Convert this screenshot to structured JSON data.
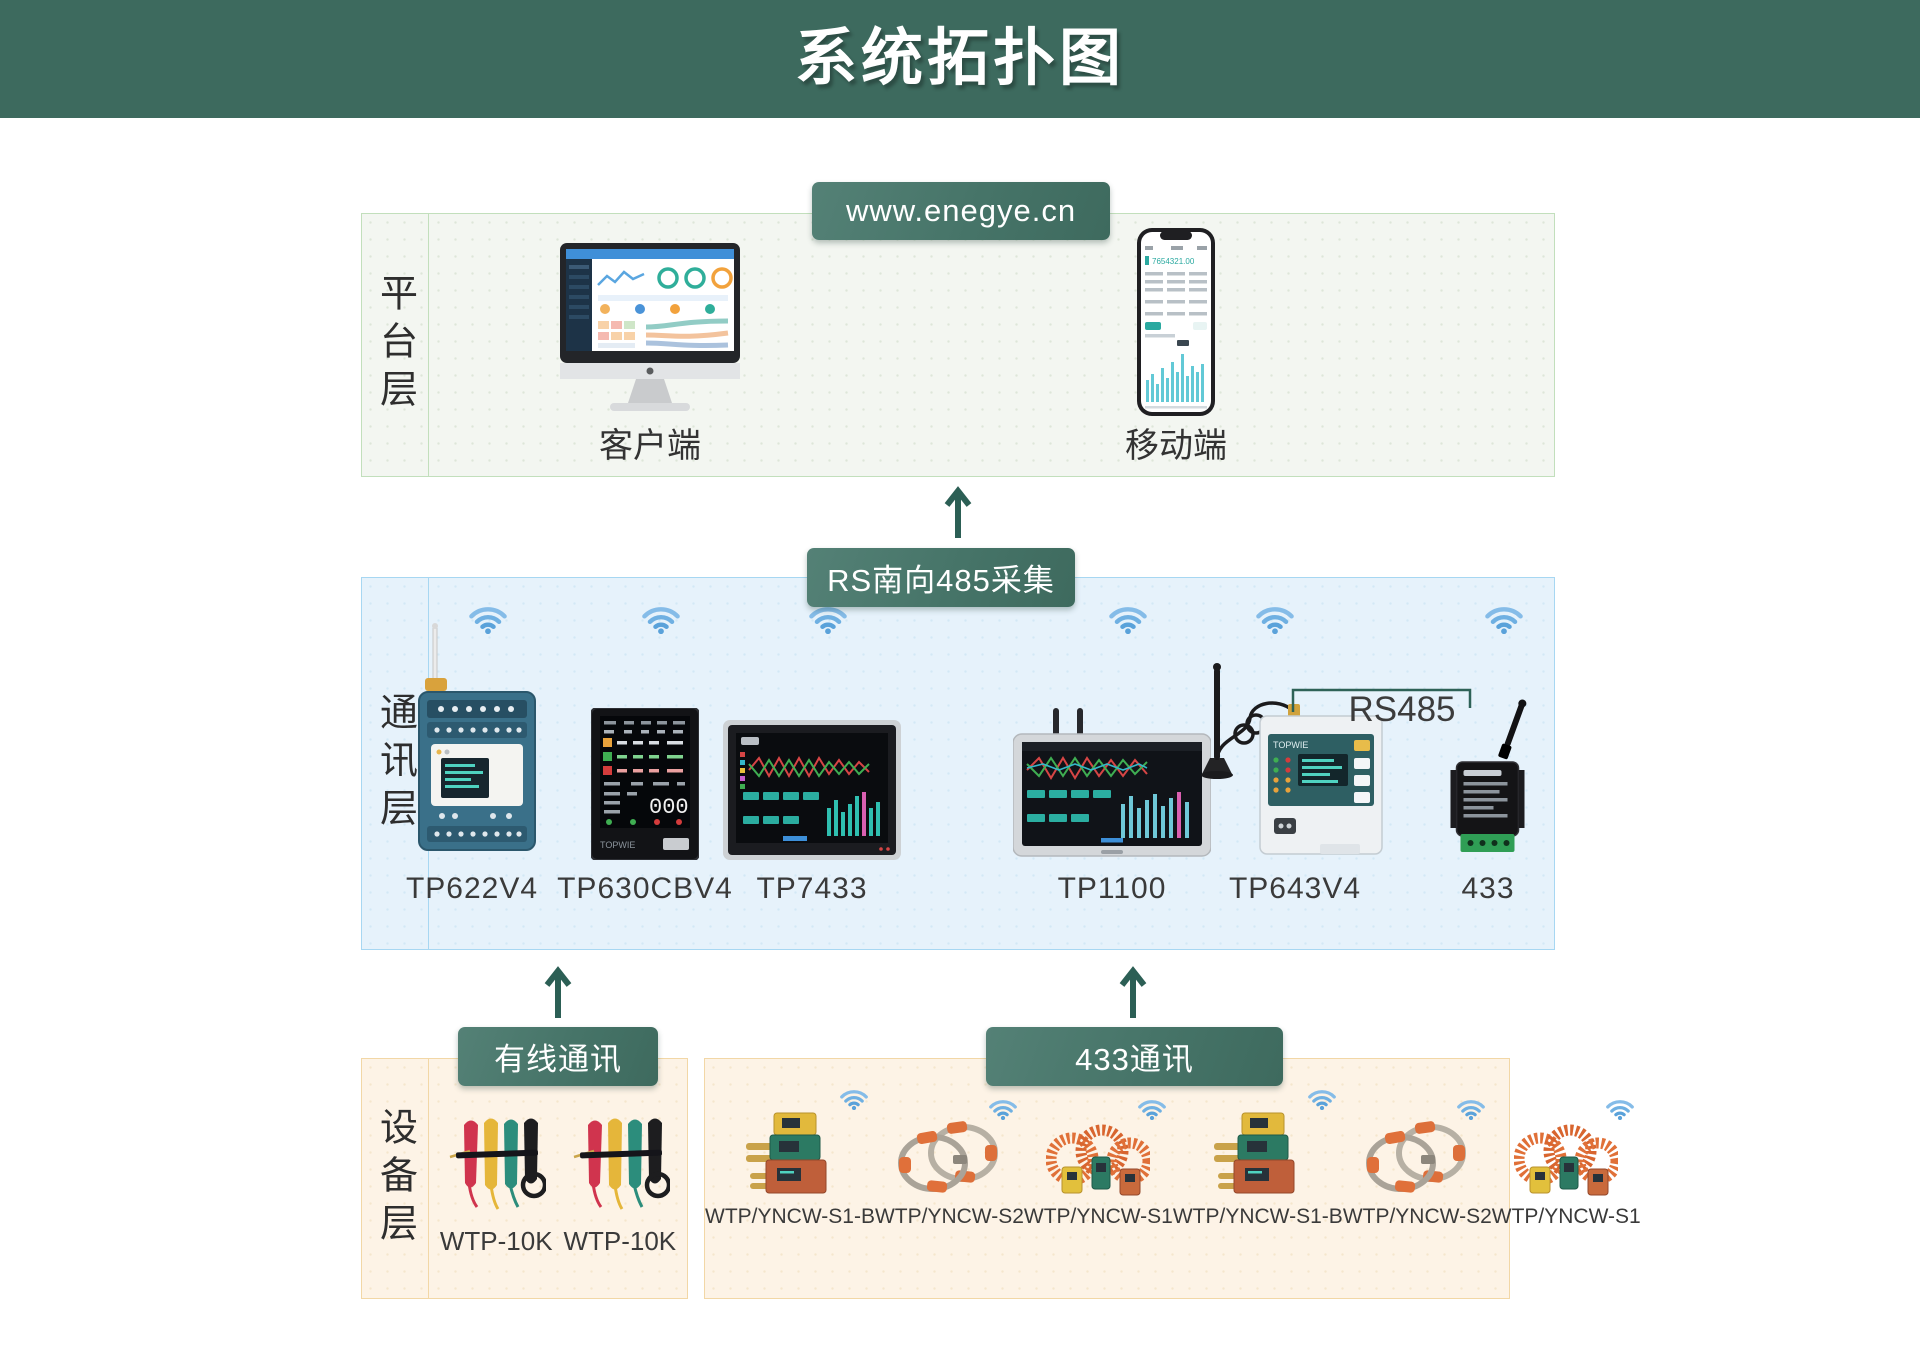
{
  "header": {
    "title": "系统拓扑图"
  },
  "platform": {
    "layer_label": "平台层",
    "url_label": "www.enegye.cn",
    "client_label": "客户端",
    "mobile_label": "移动端"
  },
  "communication": {
    "layer_label": "通讯层",
    "collect_label": "RS南向485采集",
    "rs485_label": "RS485",
    "devices": [
      {
        "name": "TP622V4"
      },
      {
        "name": "TP630CBV4"
      },
      {
        "name": "TP7433"
      },
      {
        "name": "TP1100"
      },
      {
        "name": "TP643V4"
      },
      {
        "name": "433"
      }
    ]
  },
  "device_layer": {
    "layer_label": "设备层",
    "wired_label": "有线通讯",
    "wireless_label": "433通讯",
    "wired_devices": [
      {
        "name": "WTP-10K"
      },
      {
        "name": "WTP-10K"
      }
    ],
    "wireless_devices": [
      {
        "name": "WTP/YNCW-S1-B"
      },
      {
        "name": "WTP/YNCW-S2"
      },
      {
        "name": "WTP/YNCW-S1"
      },
      {
        "name": "WTP/YNCW-S1-B"
      },
      {
        "name": "WTP/YNCW-S2"
      },
      {
        "name": "WTP/YNCW-S1"
      }
    ]
  },
  "device_screens": {
    "brand": "TOPWIE",
    "meter_digits": "000",
    "phone_total": "7654321.00"
  },
  "colors": {
    "header_teal": "#3d6a5e",
    "pill_teal": "#467468",
    "arrow_teal": "#2c5f55",
    "platform_bg": "#f3f6f1",
    "platform_border": "#c2dfbc",
    "comm_bg": "#e6f2fb",
    "comm_border": "#a7d7f2",
    "device_bg": "#fdf3e6",
    "device_border": "#f2d7a6",
    "wifi_blue": "#6fb0e2",
    "label_text": "#3a3a3a"
  }
}
